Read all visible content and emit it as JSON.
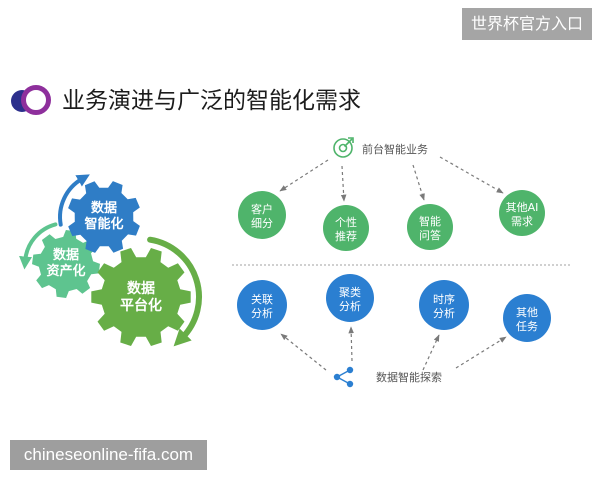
{
  "entrance_link": {
    "label": "世界杯官方入口"
  },
  "logo": {
    "icon": "overlapping-circles-logo-icon",
    "solid_color": "#2c2f8c",
    "ring_color": "#8e2f9c"
  },
  "title": "业务演进与广泛的智能化需求",
  "gears": [
    {
      "line1": "数据",
      "line2": "智能化",
      "color": "#2f7dc6"
    },
    {
      "line1": "数据",
      "line2": "资产化",
      "color": "#5ec48f"
    },
    {
      "line1": "数据",
      "line2": "平台化",
      "color": "#67ae47"
    }
  ],
  "front_business": {
    "label": "前台智能业务",
    "icon": "target-icon",
    "color": "#4fb46b",
    "items": [
      {
        "line1": "客户",
        "line2": "细分"
      },
      {
        "line1": "个性",
        "line2": "推荐"
      },
      {
        "line1": "智能",
        "line2": "问答"
      },
      {
        "line1": "其他AI",
        "line2": "需求"
      }
    ]
  },
  "data_exploration": {
    "label": "数据智能探索",
    "icon": "share-nodes-icon",
    "color": "#2b7fd1",
    "items": [
      {
        "line1": "关联",
        "line2": "分析"
      },
      {
        "line1": "聚类",
        "line2": "分析"
      },
      {
        "line1": "时序",
        "line2": "分析"
      },
      {
        "line1": "其他",
        "line2": "任务"
      }
    ]
  },
  "watermark": {
    "text": "chineseonline-fifa.com"
  }
}
